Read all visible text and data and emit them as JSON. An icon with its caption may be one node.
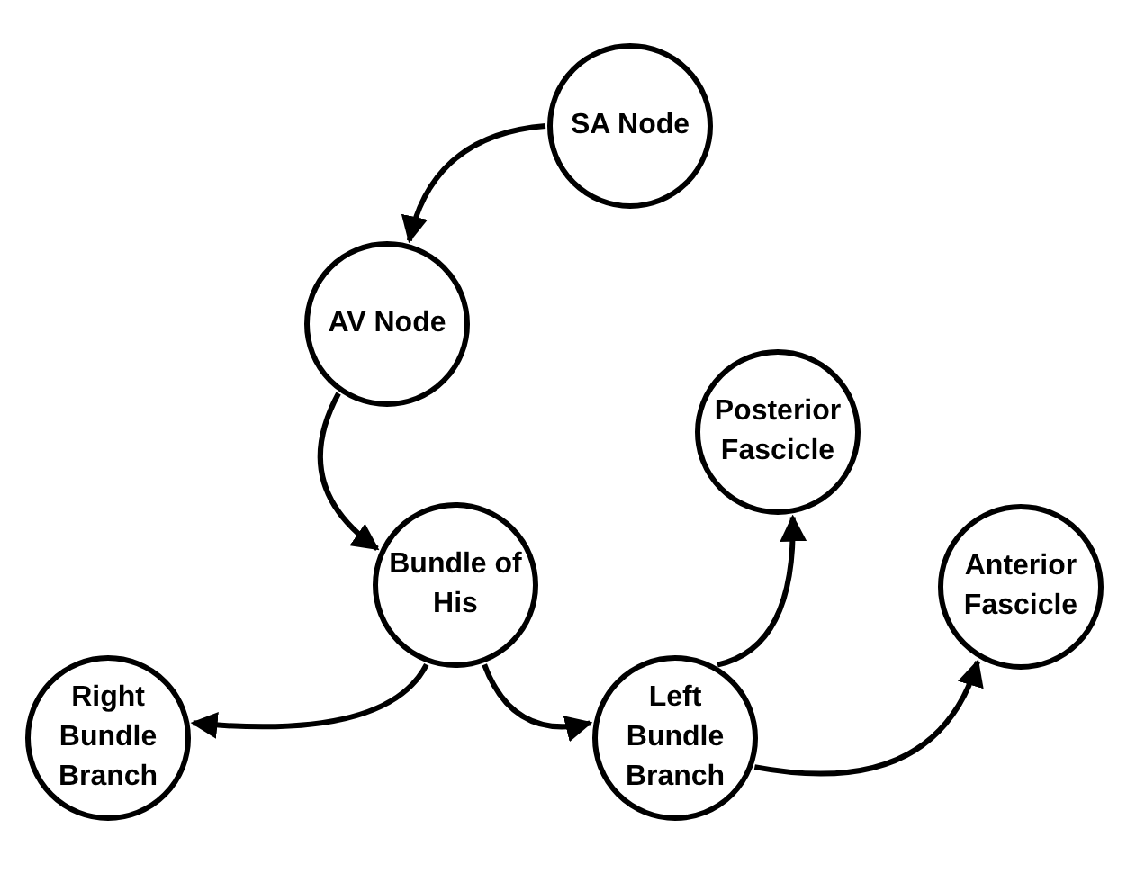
{
  "diagram": {
    "nodes": [
      {
        "text": [
          "SA Node"
        ]
      },
      {
        "text": [
          "AV Node"
        ]
      },
      {
        "text": [
          "Bundle of His"
        ]
      },
      {
        "text": [
          "Right Bundle Branch"
        ]
      },
      {
        "text": [
          "Left Bundle Branch"
        ]
      },
      {
        "text": [
          "Posterior Fascicle"
        ]
      },
      {
        "text": [
          "Anterior Fascicle"
        ]
      }
    ],
    "edges": [
      {
        "from": 0,
        "to": 1,
        "arrow": "to"
      },
      {
        "from": 1,
        "to": 2,
        "arrow": "to"
      },
      {
        "from": 2,
        "to": 3,
        "arrow": "to"
      },
      {
        "from": 2,
        "to": 4,
        "arrow": "to"
      },
      {
        "from": 4,
        "to": 5,
        "arrow": "to"
      },
      {
        "from": 4,
        "to": 6,
        "arrow": "to"
      }
    ]
  }
}
